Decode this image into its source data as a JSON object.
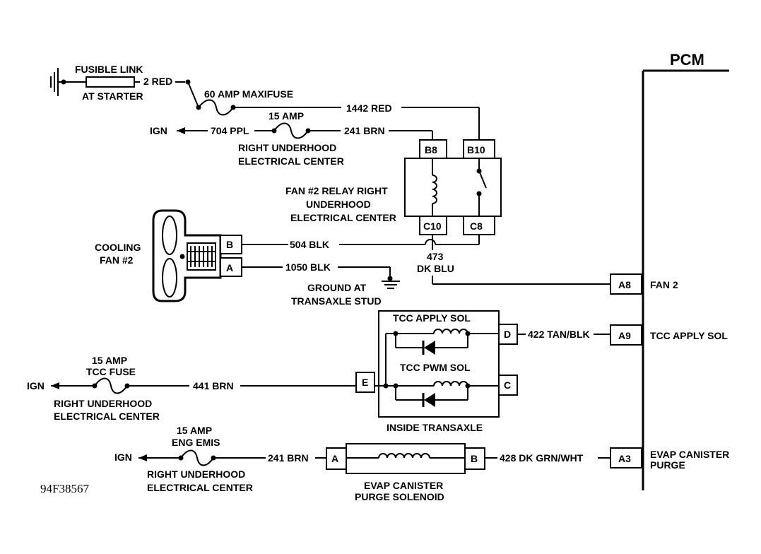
{
  "pcm": {
    "title": "PCM",
    "pins": [
      {
        "pin": "A8",
        "label": "FAN 2"
      },
      {
        "pin": "A9",
        "label": "TCC APPLY SOL"
      },
      {
        "pin": "A3",
        "label_line1": "EVAP CANISTER",
        "label_line2": "PURGE"
      }
    ]
  },
  "fusible_link": {
    "line1": "FUSIBLE LINK",
    "line2": "AT STARTER",
    "wire": "2 RED"
  },
  "maxifuse": {
    "label": "60 AMP  MAXIFUSE",
    "wire_out": "1442 RED"
  },
  "ign_fan": {
    "ign": "IGN",
    "wire_in": "704 PPL",
    "fuse": "15 AMP",
    "wire_out": "241 BRN",
    "center_line1": "RIGHT UNDERHOOD",
    "center_line2": "ELECTRICAL CENTER"
  },
  "relay": {
    "line1": "FAN #2 RELAY RIGHT",
    "line2": "UNDERHOOD",
    "line3": "ELECTRICAL CENTER",
    "pins": {
      "b8": "B8",
      "b10": "B10",
      "c10": "C10",
      "c8": "C8"
    }
  },
  "cooling_fan": {
    "line1": "COOLING",
    "line2": "FAN #2",
    "pin_b": "B",
    "pin_a": "A",
    "wire_b": "504 BLK",
    "wire_a": "1050 BLK"
  },
  "wire_473": {
    "line1": "473",
    "line2": "DK BLU"
  },
  "ground": {
    "line1": "GROUND AT",
    "line2": "TRANSAXLE STUD"
  },
  "transaxle": {
    "apply_sol": "TCC APPLY SOL",
    "pwm_sol": "TCC PWM SOL",
    "pin_d": "D",
    "pin_c": "C",
    "pin_e": "E",
    "label": "INSIDE TRANSAXLE",
    "wire_d": "422 TAN/BLK"
  },
  "tcc_fuse": {
    "fuse_line1": "15 AMP",
    "fuse_line2": "TCC FUSE",
    "ign": "IGN",
    "wire": "441 BRN",
    "center_line1": "RIGHT UNDERHOOD",
    "center_line2": "ELECTRICAL CENTER"
  },
  "evap": {
    "fuse_line1": "15 AMP",
    "fuse_line2": "ENG EMIS",
    "ign": "IGN",
    "wire_in": "241 BRN",
    "center_line1": "RIGHT UNDERHOOD",
    "center_line2": "ELECTRICAL CENTER",
    "pin_a": "A",
    "pin_b": "B",
    "wire_out": "428 DK GRN/WHT",
    "solenoid_line1": "EVAP CANISTER",
    "solenoid_line2": "PURGE SOLENOID"
  },
  "figure_id": "94F38567"
}
